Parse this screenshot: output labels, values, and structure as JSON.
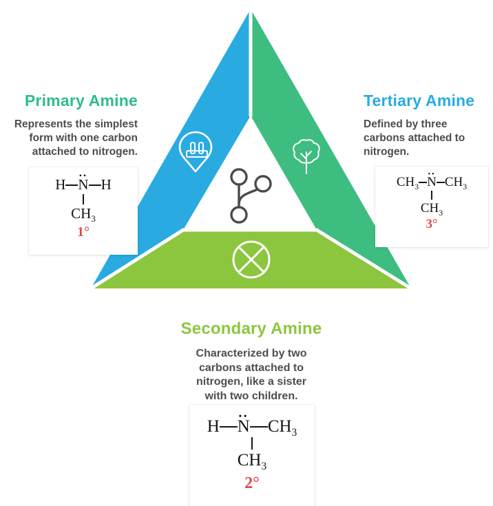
{
  "colors": {
    "band_blue": "#29abe2",
    "band_green": "#3ebd80",
    "band_lime": "#8cc63f",
    "emerald": "#2ebd8a",
    "text": "#4d4d4d",
    "red": "#e04b50",
    "icon_gray": "#4a4a4a"
  },
  "sections": {
    "primary": {
      "title": "Primary Amine",
      "description_lines": [
        "Represents the simplest",
        "form with one carbon",
        "attached to nitrogen."
      ]
    },
    "tertiary": {
      "title": "Tertiary Amine",
      "description_lines": [
        "Defined by three",
        "carbons attached to",
        "nitrogen."
      ]
    },
    "secondary": {
      "title": "Secondary Amine",
      "description_lines": [
        "Characterized by two",
        "carbons attached to",
        "nitrogen, like a sister",
        "with two children."
      ]
    }
  },
  "symbols": {
    "lone_pair": "••"
  },
  "formulas": {
    "primary": {
      "row": [
        {
          "t": "H"
        },
        {
          "b": 1
        },
        {
          "t": "N",
          "lp": 1
        },
        {
          "b": 1
        },
        {
          "t": "H"
        }
      ],
      "below": {
        "t": "CH",
        "s": "3"
      },
      "degree": "1°"
    },
    "tertiary": {
      "row": [
        {
          "t": "CH",
          "s": "3"
        },
        {
          "b": 1
        },
        {
          "t": "N",
          "lp": 1
        },
        {
          "b": 1
        },
        {
          "t": "CH",
          "s": "3"
        }
      ],
      "below": {
        "t": "CH",
        "s": "3"
      },
      "degree": "3°"
    },
    "secondary": {
      "row": [
        {
          "t": "H"
        },
        {
          "b": 1
        },
        {
          "t": "N",
          "lp": 1
        },
        {
          "b": 1
        },
        {
          "t": "CH",
          "s": "3"
        }
      ],
      "below": {
        "t": "CH",
        "s": "3"
      },
      "degree": "2°"
    }
  },
  "icons": {
    "left_band": "test-tube-pin-icon",
    "right_band": "tree-icon",
    "bottom_band": "crossed-circle-icon",
    "center": "branch-network-icon"
  }
}
